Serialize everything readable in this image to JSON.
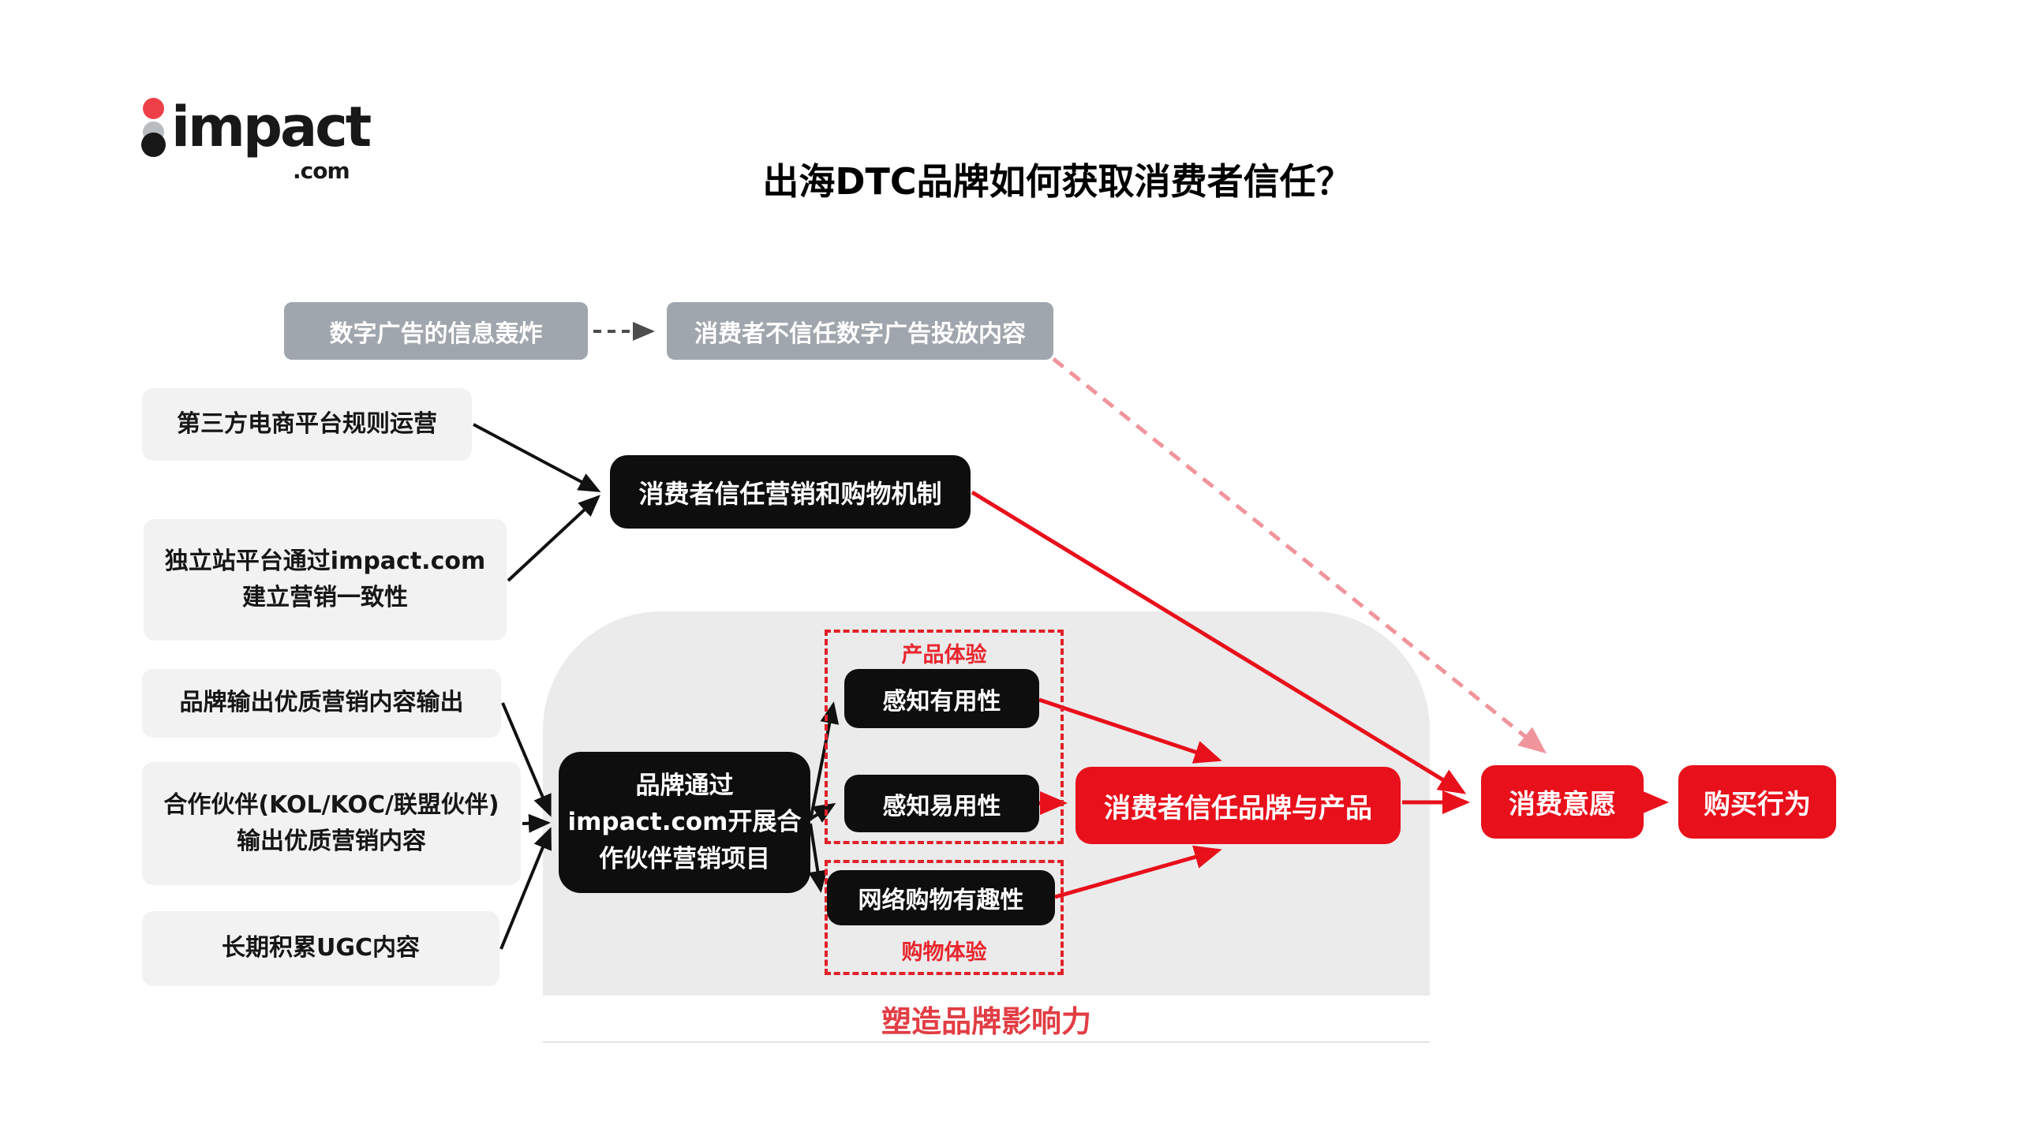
{
  "logo": {
    "brand": "impact",
    "tld": ".com"
  },
  "title": "出海DTC品牌如何获取消费者信任？",
  "top_flow": {
    "cause": "数字广告的信息轰炸",
    "effect": "消费者不信任数字广告投放内容"
  },
  "left_inputs": [
    {
      "label": "第三方电商平台规则运营"
    },
    {
      "label": "独立站平台通过impact.com\n建立营销一致性"
    },
    {
      "label": "品牌输出优质营销内容输出"
    },
    {
      "label": "合作伙伴(KOL/KOC/联盟伙伴)\n输出优质营销内容"
    },
    {
      "label": "长期积累UGC内容"
    }
  ],
  "mechanism": {
    "label": "消费者信任营销和购物机制"
  },
  "program": {
    "label": "品牌通过\nimpact.com开展合\n作伙伴营销项目"
  },
  "experience": {
    "product_group_label": "产品体验",
    "shopping_group_label": "购物体验",
    "items": [
      {
        "label": "感知有用性"
      },
      {
        "label": "感知易用性"
      },
      {
        "label": "网络购物有趣性"
      }
    ]
  },
  "outcomes": [
    {
      "label": "消费者信任品牌与产品"
    },
    {
      "label": "消费意愿"
    },
    {
      "label": "购买行为"
    }
  ],
  "footer_banner": {
    "label": "塑造品牌影响力"
  },
  "colors": {
    "brand_red": "#e8101b",
    "soft_red_dashed": "#f0949b",
    "dashed_border_red": "#e02128",
    "gray_node": "#a0a6ad",
    "light_node": "#f2f2f2",
    "blob_background": "#ebebeb",
    "black_node": "#0e0e0e"
  }
}
